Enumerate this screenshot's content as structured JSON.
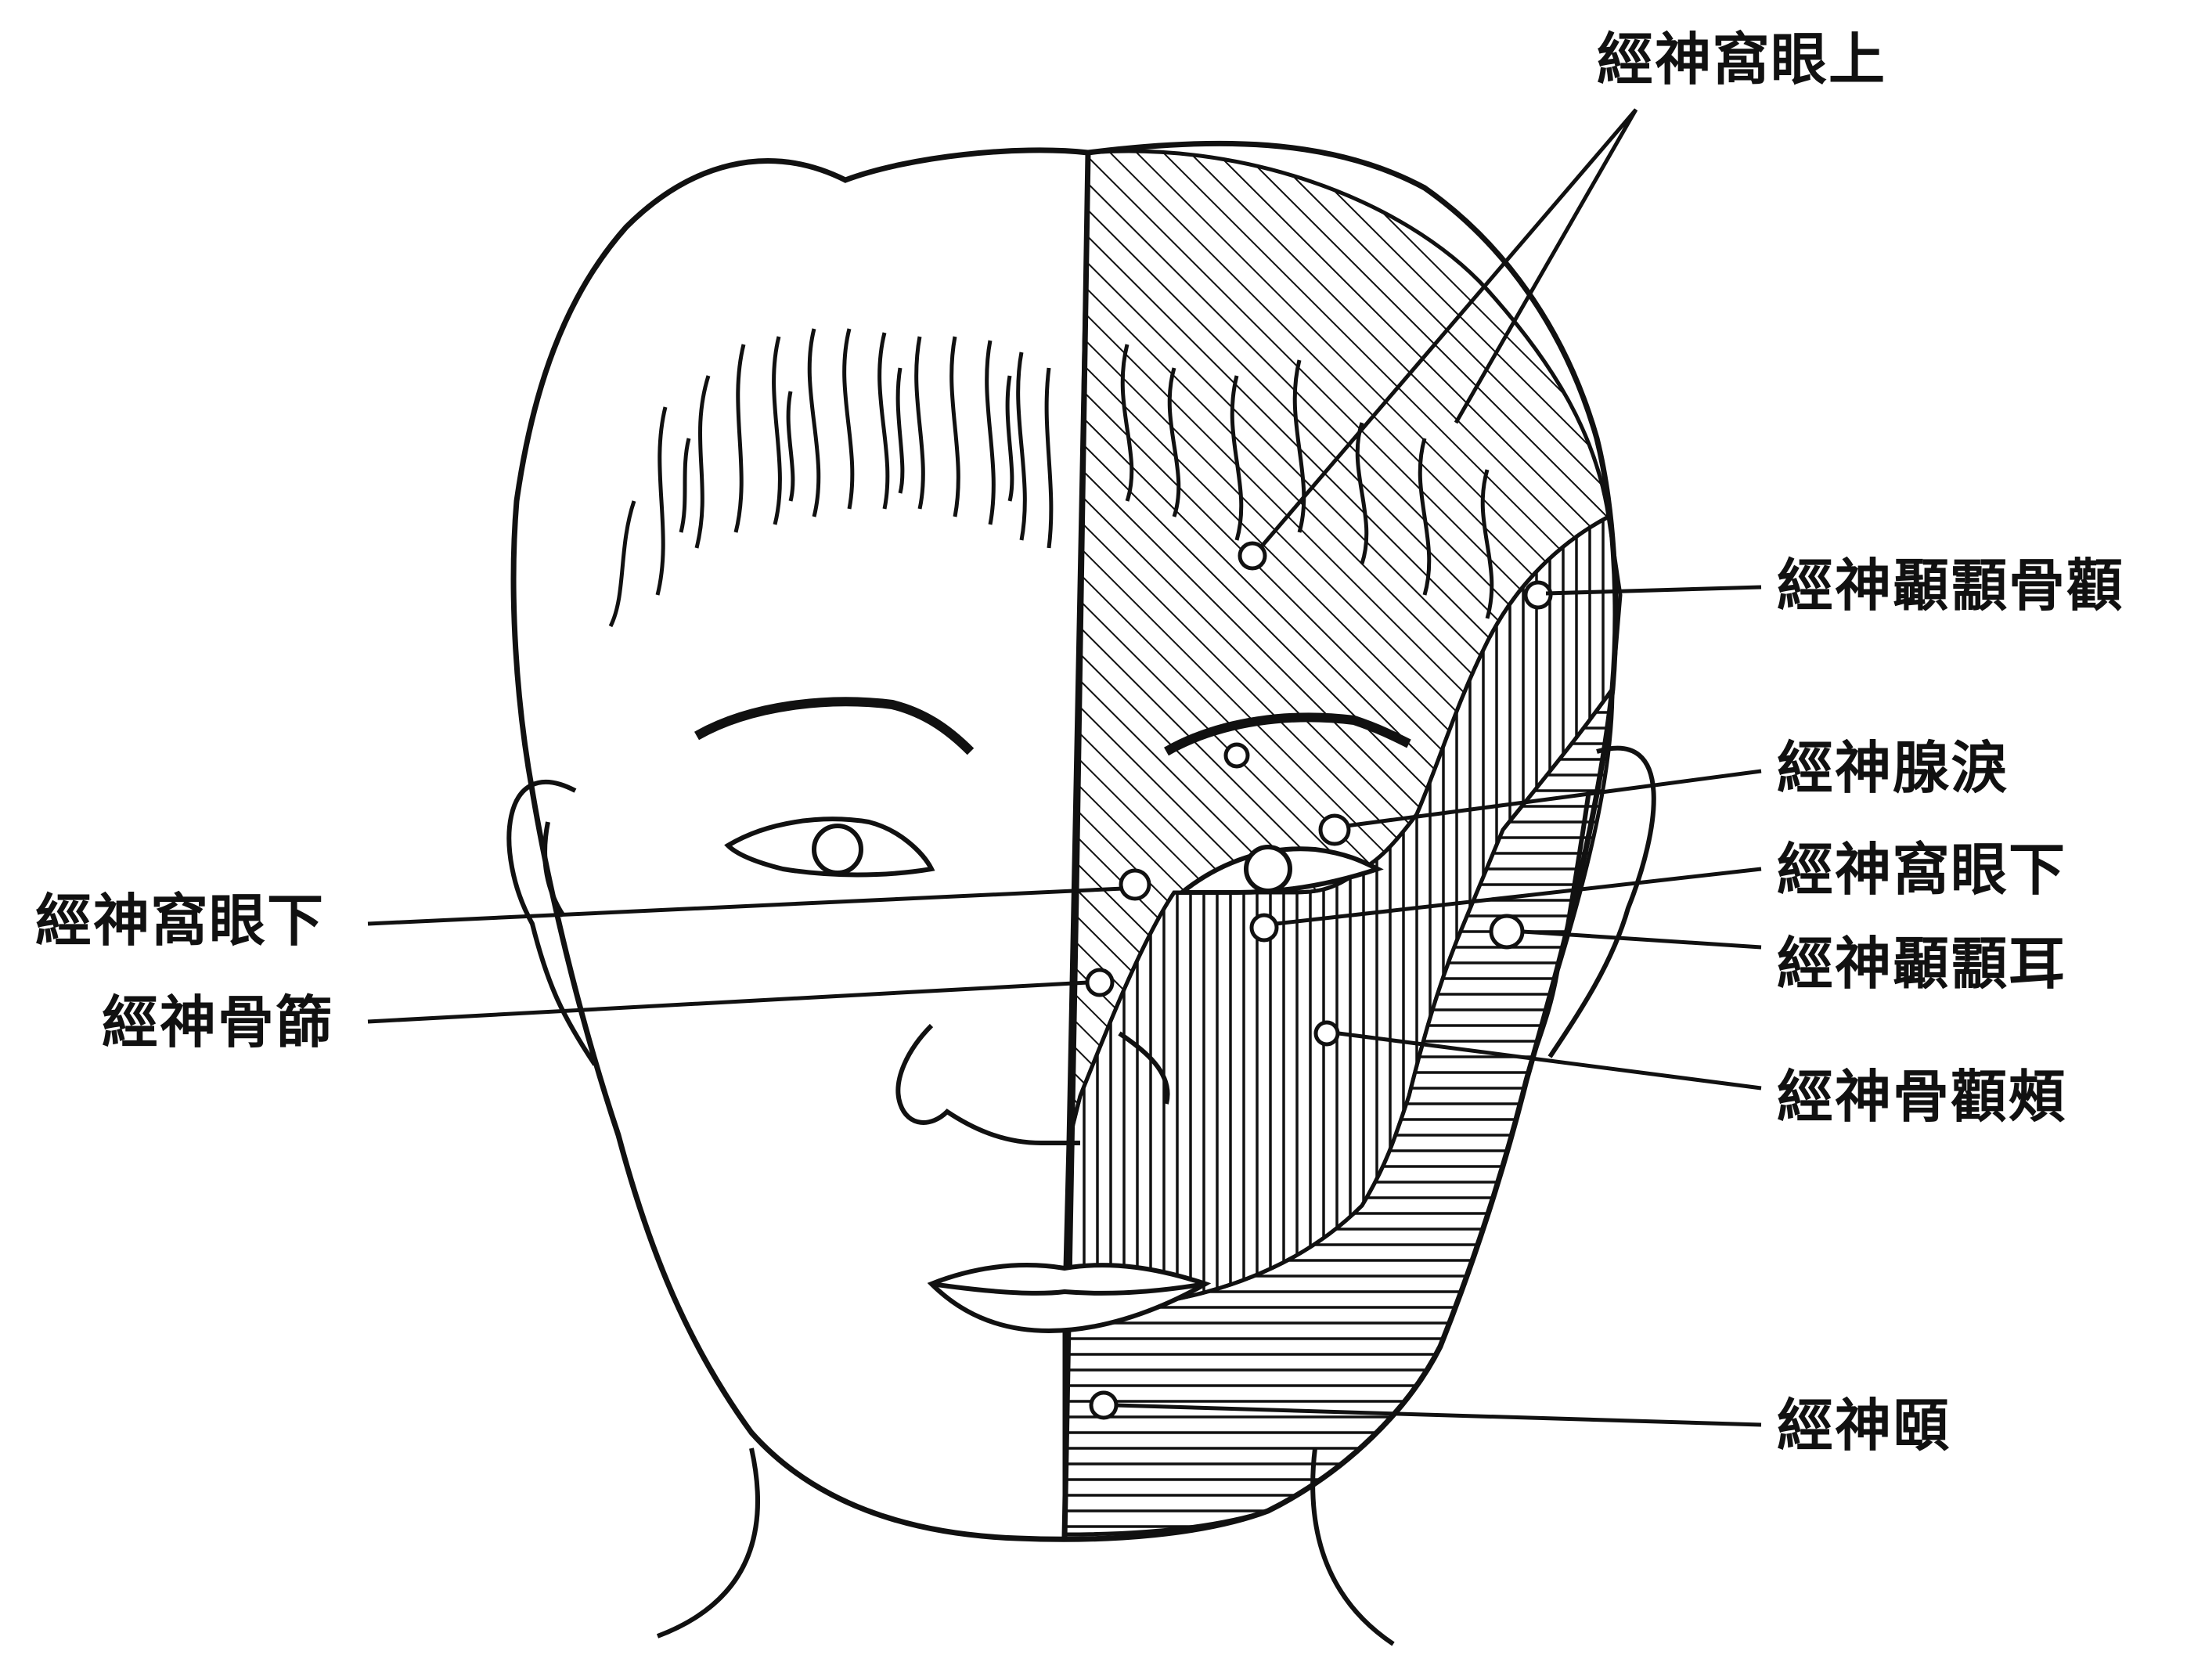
{
  "labels": {
    "supraorbital": "經神窩眼上",
    "zygomaticotemporal": "經神顳顬骨顴",
    "lacrimal": "經神腺淚",
    "infraorbital_right": "經神窩眼下",
    "auriculotemporal": "經神顳顬耳",
    "zygomaticofacial": "經神骨顴頰",
    "mental": "經神頤",
    "infraorbital_left": "經神窩眼下",
    "ethmoidal": "經神骨篩"
  }
}
